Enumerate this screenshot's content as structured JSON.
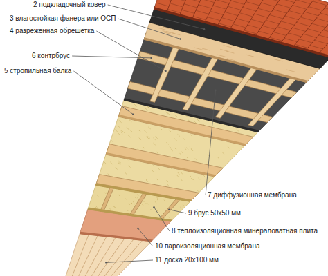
{
  "diagram": {
    "labels": [
      "2 подкладочный ковер",
      "3 влагостойкая фанера или ОСП",
      "4 разреженная обрешетка",
      "6 контрбрус",
      "5 стропильная балка",
      "7 диффузионная мембрана",
      "9 брус 50х50 мм",
      "8 теплоизоляционная минераловатная плита",
      "10 пароизоляционная мембрана",
      "11 доска 20х100 мм"
    ]
  }
}
